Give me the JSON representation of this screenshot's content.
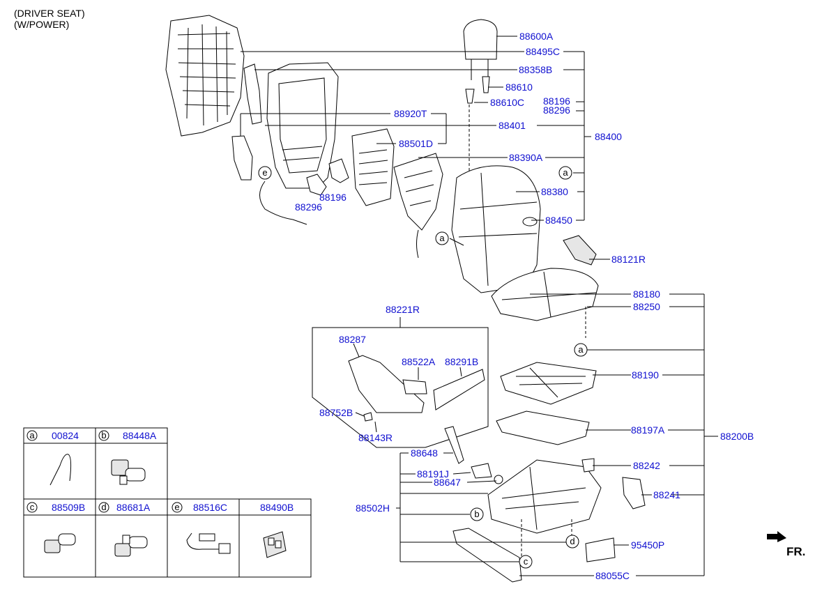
{
  "header": {
    "line1": "(DRIVER SEAT)",
    "line2": "(W/POWER)"
  },
  "direction": {
    "label": "FR."
  },
  "parts": {
    "p88600A": "88600A",
    "p88495C": "88495C",
    "p88358B": "88358B",
    "p88610": "88610",
    "p88610C": "88610C",
    "p88196a": "88196",
    "p88296a": "88296",
    "p88920T": "88920T",
    "p88401": "88401",
    "p88400": "88400",
    "p88501D": "88501D",
    "p88390A": "88390A",
    "p88380": "88380",
    "p88450": "88450",
    "p88196b": "88196",
    "p88296b": "88296",
    "p88121R": "88121R",
    "p88180": "88180",
    "p88250": "88250",
    "p88221R": "88221R",
    "p88287": "88287",
    "p88522A": "88522A",
    "p88291B": "88291B",
    "p88752B": "88752B",
    "p88143R": "88143R",
    "p88190": "88190",
    "p88197A": "88197A",
    "p88200B": "88200B",
    "p88648": "88648",
    "p88191J": "88191J",
    "p88647": "88647",
    "p88242": "88242",
    "p88241": "88241",
    "p88502H": "88502H",
    "p95450P": "95450P",
    "p88055C": "88055C"
  },
  "callouts": {
    "a": "a",
    "b": "b",
    "c": "c",
    "d": "d",
    "e": "e"
  },
  "legend": {
    "cells": [
      {
        "key": "a",
        "part": "00824"
      },
      {
        "key": "b",
        "part": "88448A"
      },
      {
        "key": "c",
        "part": "88509B"
      },
      {
        "key": "d",
        "part": "88681A"
      },
      {
        "key": "e",
        "part": "88516C"
      },
      {
        "key": "",
        "part": "88490B"
      }
    ]
  }
}
